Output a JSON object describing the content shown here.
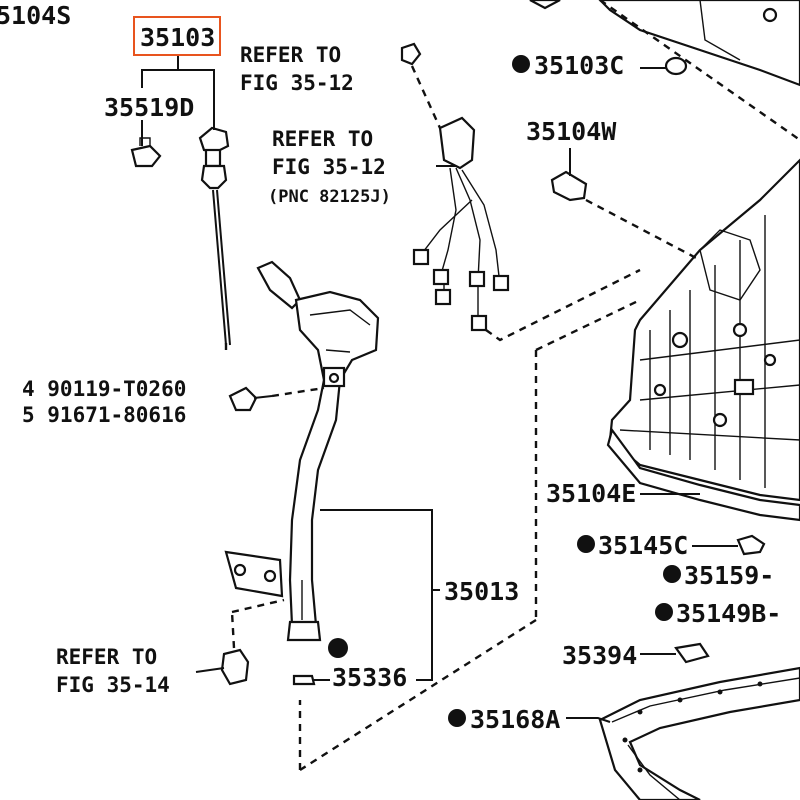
{
  "labels": {
    "top_left_partial": "5104S",
    "highlighted_part": "35103",
    "part_35519d": "35519D",
    "refer_a_line1": "REFER TO",
    "refer_a_line2": "FIG 35-12",
    "refer_b_line1": "REFER TO",
    "refer_b_line2": "FIG 35-12",
    "refer_b_line3": "(PNC 82125J)",
    "part_35103c": "35103C",
    "part_35104w": "35104W",
    "bolt_line1": "4 90119-T0260",
    "bolt_line2": "5 91671-80616",
    "part_35104e": "35104E",
    "part_35145c": "35145C",
    "part_35159": "35159-",
    "part_35149b": "35149B-",
    "part_35013": "35013",
    "part_35394": "35394",
    "refer_c_line1": "REFER TO",
    "refer_c_line2": "FIG 35-14",
    "part_35336": "35336",
    "part_35168a": "35168A"
  },
  "highlight_color": "#e8541e"
}
